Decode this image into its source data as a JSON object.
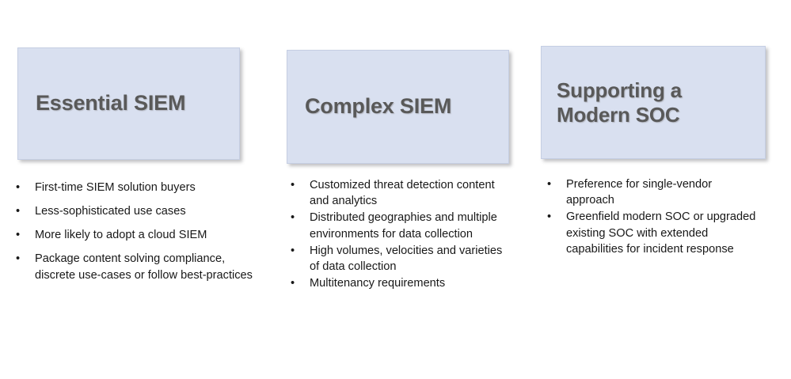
{
  "slide": {
    "background_color": "#ffffff",
    "box_fill_color": "#d9e0f0",
    "box_border_color": "#c5cee3",
    "title_text_color": "#595959",
    "body_text_color": "#181818",
    "bullet_marker": "•"
  },
  "columns": [
    {
      "id": "essential-siem",
      "title": "Essential SIEM",
      "bullets": [
        "First-time SIEM solution buyers",
        "Less-sophisticated use cases",
        "More likely to adopt a cloud SIEM",
        "Package content solving compliance, discrete use-cases or follow best-practices"
      ]
    },
    {
      "id": "complex-siem",
      "title": "Complex SIEM",
      "bullets": [
        "Customized threat detection content and analytics",
        "Distributed geographies and multiple environments for data collection",
        "High volumes, velocities and varieties of data collection",
        "Multitenancy requirements"
      ]
    },
    {
      "id": "supporting-a-modern-soc",
      "title": "Supporting a\nModern SOC",
      "bullets": [
        "Preference for single-vendor approach",
        "Greenfield modern SOC or upgraded existing SOC with extended capabilities for incident response"
      ]
    }
  ]
}
